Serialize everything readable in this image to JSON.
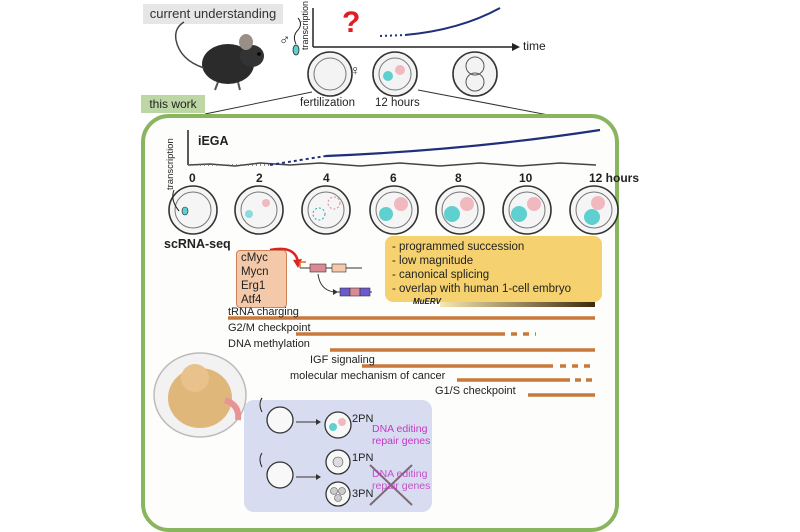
{
  "header": {
    "current_understanding": "current understanding",
    "this_work": "this work",
    "question_mark": "?",
    "y_axis": "transcription",
    "x_axis": "time",
    "male_symbol": "♂",
    "female_symbol": "♀",
    "fertilization": "fertilization",
    "twelve_hours": "12 hours"
  },
  "timeline": {
    "title": "iEGA",
    "y_axis": "transcription",
    "ticks": [
      "0",
      "2",
      "4",
      "6",
      "8",
      "10",
      "12 hours"
    ],
    "method": "scRNA-seq"
  },
  "transcription_factors": [
    "cMyc",
    "Mycn",
    "Erg1",
    "Atf4"
  ],
  "findings": [
    "- programmed succession",
    "- low magnitude",
    "- canonical splicing",
    "- overlap with human 1-cell embryo"
  ],
  "muerv_label": "MuERV",
  "pathways": [
    "tRNA charging",
    "G2/M checkpoint",
    "DNA methylation",
    "IGF signaling",
    "molecular mechanism of cancer",
    "G1/S checkpoint"
  ],
  "pronuclei": {
    "arrow_label": "—",
    "row1_label": "2PN",
    "row1_note": "DNA editing repair genes",
    "row2_label": "1PN",
    "row3_label": "3PN",
    "row23_note": "DNA editing repair genes"
  },
  "colors": {
    "frame_green": "#8ab55f",
    "curve_blue": "#1f2f7a",
    "bar_orange": "#c8783a",
    "box_yellow": "#f5d26f",
    "box_peach": "#f3c9a9",
    "box_lavender": "#d8dcf0",
    "magenta": "#c338c3"
  }
}
